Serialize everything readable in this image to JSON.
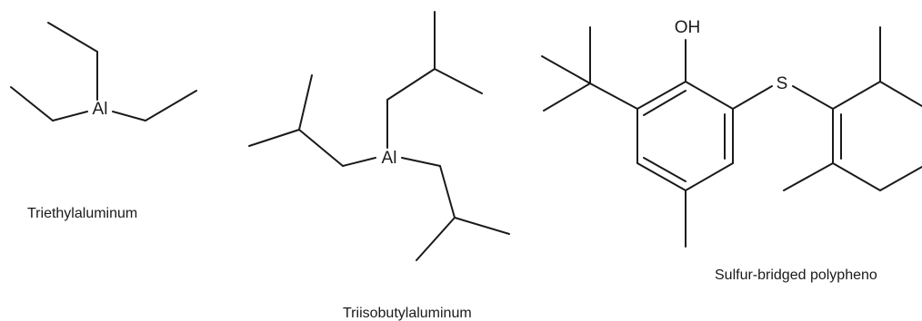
{
  "molecules": {
    "triethylaluminum": {
      "name": "Triethylaluminum",
      "atoms": {
        "al": "Al"
      }
    },
    "triisobutylaluminum": {
      "name": "Triisobutylaluminum",
      "atoms": {
        "al": "Al"
      }
    },
    "sulfur_bridged_polyphenol": {
      "name": "Sulfur-bridged polypheno",
      "atoms": {
        "oh": "OH",
        "s": "S"
      }
    }
  },
  "colors": {
    "ink": "#1a1a1a",
    "background": "#ffffff"
  }
}
